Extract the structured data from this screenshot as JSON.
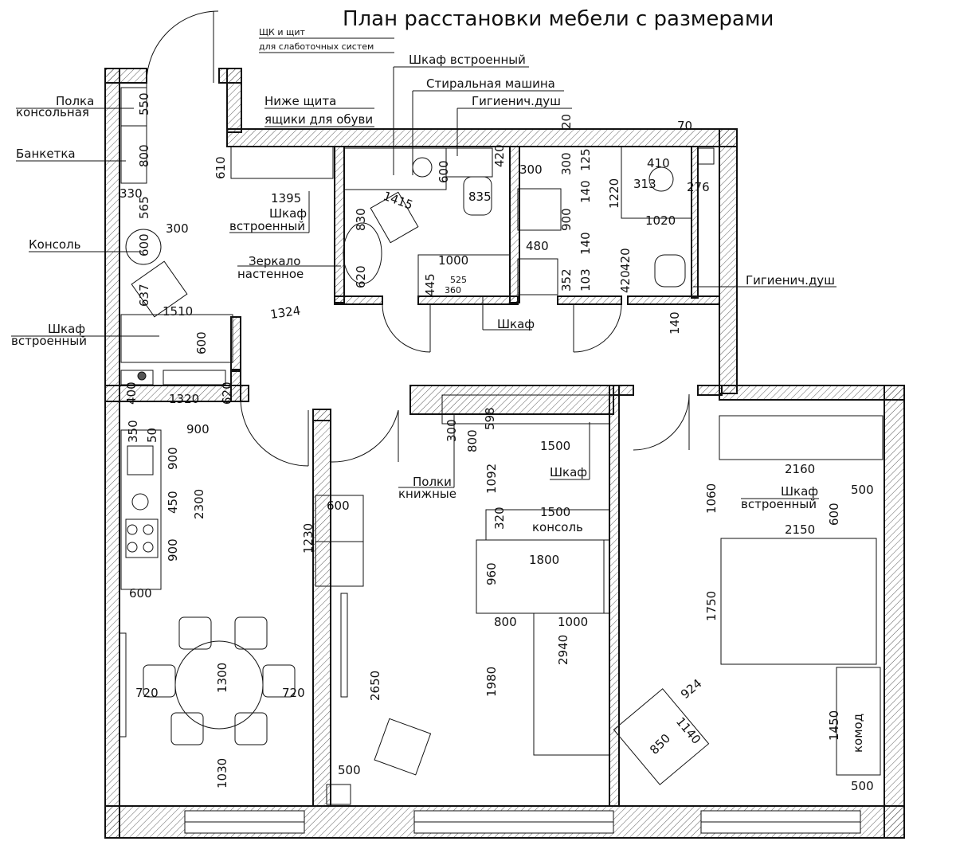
{
  "title": "План расстановки мебели с размерами",
  "labels": {
    "shelf_console": [
      "Полка",
      "консольная"
    ],
    "bench": "Банкетка",
    "console": "Консоль",
    "hall_wardrobe": [
      "Шкаф",
      "встроенный"
    ],
    "panel": [
      "ЩК и щит",
      "для слаботочных систем"
    ],
    "below_panel": [
      "Ниже щита",
      "ящики для обуви"
    ],
    "builtin_wardrobe_top": "Шкаф встроенный",
    "washer": "Стиральная машина",
    "hyg_shower_1": "Гигиенич.душ",
    "hyg_shower_2": "Гигиенич.душ",
    "wardrobe_mid": [
      "Шкаф",
      "встроенный"
    ],
    "mirror": [
      "Зеркало",
      "настенное"
    ],
    "cabinet": "Шкаф",
    "bookshelves": [
      "Полки",
      "книжные"
    ],
    "living_wardrobe": "Шкаф",
    "bedroom_wardrobe": [
      "Шкаф",
      "встроенный"
    ],
    "console_text": "консоль",
    "dresser": "комод"
  },
  "dims": {
    "d550": "550",
    "d800a": "800",
    "d330": "330",
    "d565": "565",
    "d300a": "300",
    "d600a": "600",
    "d637": "637",
    "d1510": "1510",
    "d600b": "600",
    "d1324": "1324",
    "d610": "610",
    "d1395": "1395",
    "d1415": "1415",
    "d830": "830",
    "d620a": "620",
    "d600c": "600",
    "d420a": "420",
    "d835": "835",
    "d20": "20",
    "d1000a": "1000",
    "d445": "445",
    "d525": "525",
    "d360": "360",
    "d300b": "300",
    "d300c": "300",
    "d125": "125",
    "d140a": "140",
    "d900a": "900",
    "d480": "480",
    "d140b": "140",
    "d352": "352",
    "d103": "103",
    "d1220": "1220",
    "d70": "70",
    "d410": "410",
    "d313": "313",
    "d276": "276",
    "d1020": "1020",
    "d420b": "420",
    "d420c": "420",
    "d140c": "140",
    "d400": "400",
    "d1320": "1320",
    "d620b": "620",
    "d350": "350",
    "d50": "50",
    "d900b": "900",
    "d900c": "900",
    "d450": "450",
    "d2300": "2300",
    "d900d": "900",
    "d600d": "600",
    "d720a": "720",
    "d1300": "1300",
    "d720b": "720",
    "d1030": "1030",
    "d600e": "600",
    "d1230": "1230",
    "d2650": "2650",
    "d500a": "500",
    "d300d": "300",
    "d800b": "800",
    "d598": "598",
    "d1500a": "1500",
    "d1092": "1092",
    "d320": "320",
    "d1500b": "1500",
    "d1800": "1800",
    "d960": "960",
    "d800c": "800",
    "d1000b": "1000",
    "d2940": "2940",
    "d1980": "1980",
    "d2160": "2160",
    "d500b": "500",
    "d1060": "1060",
    "d600f": "600",
    "d2150": "2150",
    "d1750": "1750",
    "d924": "924",
    "d1140": "1140",
    "d850": "850",
    "d1450": "1450",
    "d500c": "500"
  }
}
